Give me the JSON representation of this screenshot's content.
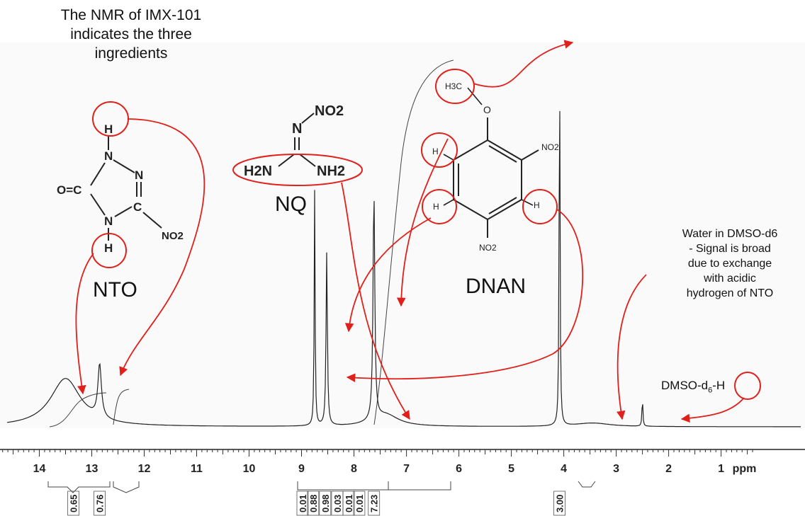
{
  "annotations": {
    "title_lines": [
      "The NMR of IMX-101",
      "indicates the three",
      "ingredients"
    ],
    "nto_label": "NTO",
    "nq_label": "NQ",
    "dnan_label": "DNAN",
    "water_lines": [
      "Water in DMSO-d6",
      "- Signal is broad",
      "due to exchange",
      "with acidic",
      "hydrogen of NTO"
    ],
    "dmso_label_pre": "DMSO-d",
    "dmso_label_sub": "6",
    "dmso_label_post": "-H"
  },
  "molecules": {
    "nto": {
      "atoms": [
        "H",
        "N",
        "N",
        "O=C",
        "C",
        "N",
        "NO2",
        "H"
      ]
    },
    "nq": {
      "atoms": [
        "N",
        "NO2",
        "H2N",
        "NH2"
      ]
    },
    "dnan": {
      "atoms": [
        "H3C",
        "O",
        "NO2",
        "H",
        "H",
        "H",
        "NO2"
      ]
    }
  },
  "colors": {
    "annotation": "#e0201b",
    "spectrum": "#222222",
    "background": "#ffffff"
  },
  "chart_data": {
    "type": "line",
    "xlabel": "ppm",
    "x_axis_reversed": true,
    "xlim": [
      14.75,
      -0.6
    ],
    "ticks": [
      14,
      13,
      12,
      11,
      10,
      9,
      8,
      7,
      6,
      5,
      4,
      3,
      2,
      1
    ],
    "tick_unit_label": "ppm",
    "peaks": [
      {
        "ppm": 13.5,
        "height": 0.2,
        "width": 0.35,
        "note": "NTO N-H (broad)"
      },
      {
        "ppm": 12.85,
        "height": 0.22,
        "width": 0.04,
        "note": "NTO N-H"
      },
      {
        "ppm": 8.75,
        "height": 0.98,
        "width": 0.01
      },
      {
        "ppm": 8.52,
        "height": 0.72,
        "width": 0.015,
        "note": "NQ NH2"
      },
      {
        "ppm": 7.62,
        "height": 0.95,
        "width": 0.02,
        "note": "DNAN aromatic H"
      },
      {
        "ppm": 7.4,
        "height": 0.05,
        "width": 0.3
      },
      {
        "ppm": 4.08,
        "height": 1.6,
        "width": 0.01,
        "note": "DNAN OCH3"
      },
      {
        "ppm": 3.45,
        "height": 0.015,
        "width": 0.4,
        "note": "water (broad)"
      },
      {
        "ppm": 2.5,
        "height": 0.12,
        "width": 0.01,
        "note": "DMSO-d6-H"
      }
    ],
    "integrals": [
      {
        "ppm": 13.35,
        "label": "0.65"
      },
      {
        "ppm": 12.85,
        "label": "0.76"
      },
      {
        "ppm": 8.98,
        "label": "0.01"
      },
      {
        "ppm": 8.78,
        "label": "0.88"
      },
      {
        "ppm": 8.55,
        "label": "0.98"
      },
      {
        "ppm": 8.32,
        "label": "0.03"
      },
      {
        "ppm": 8.1,
        "label": "0.01"
      },
      {
        "ppm": 7.9,
        "label": "0.01"
      },
      {
        "ppm": 7.62,
        "label": "7.23"
      },
      {
        "ppm": 4.08,
        "label": "3.00"
      }
    ]
  }
}
